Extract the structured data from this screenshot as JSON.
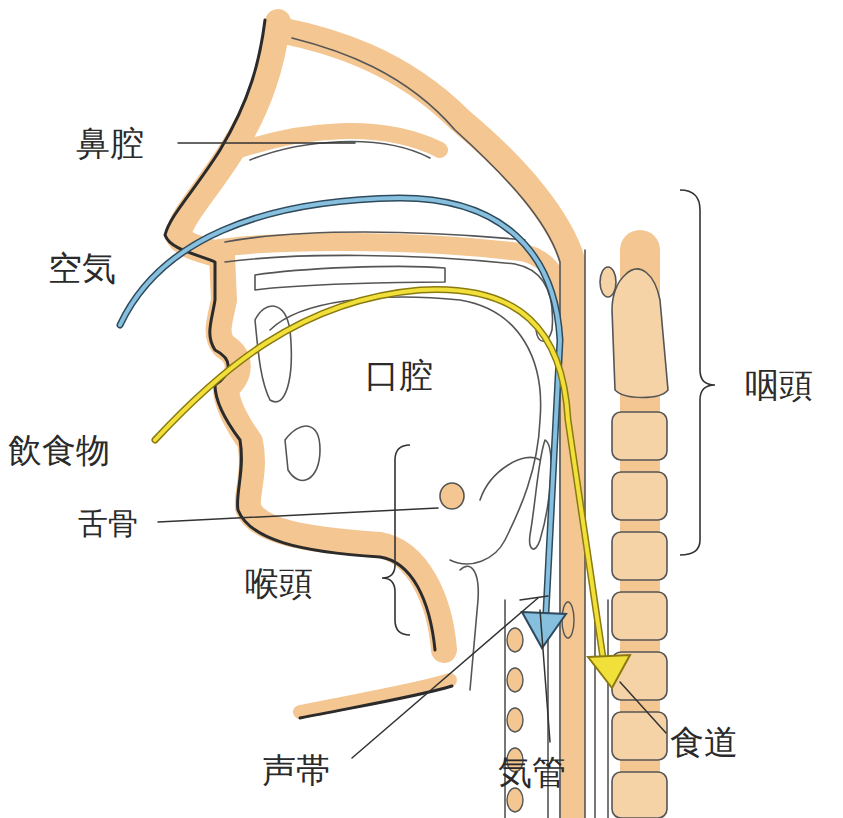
{
  "diagram": {
    "labels": [
      "鼻腔",
      "空気",
      "口腔",
      "咽頭",
      "飲食物",
      "舌骨",
      "喉頭",
      "声帯",
      "気管",
      "食道"
    ]
  }
}
